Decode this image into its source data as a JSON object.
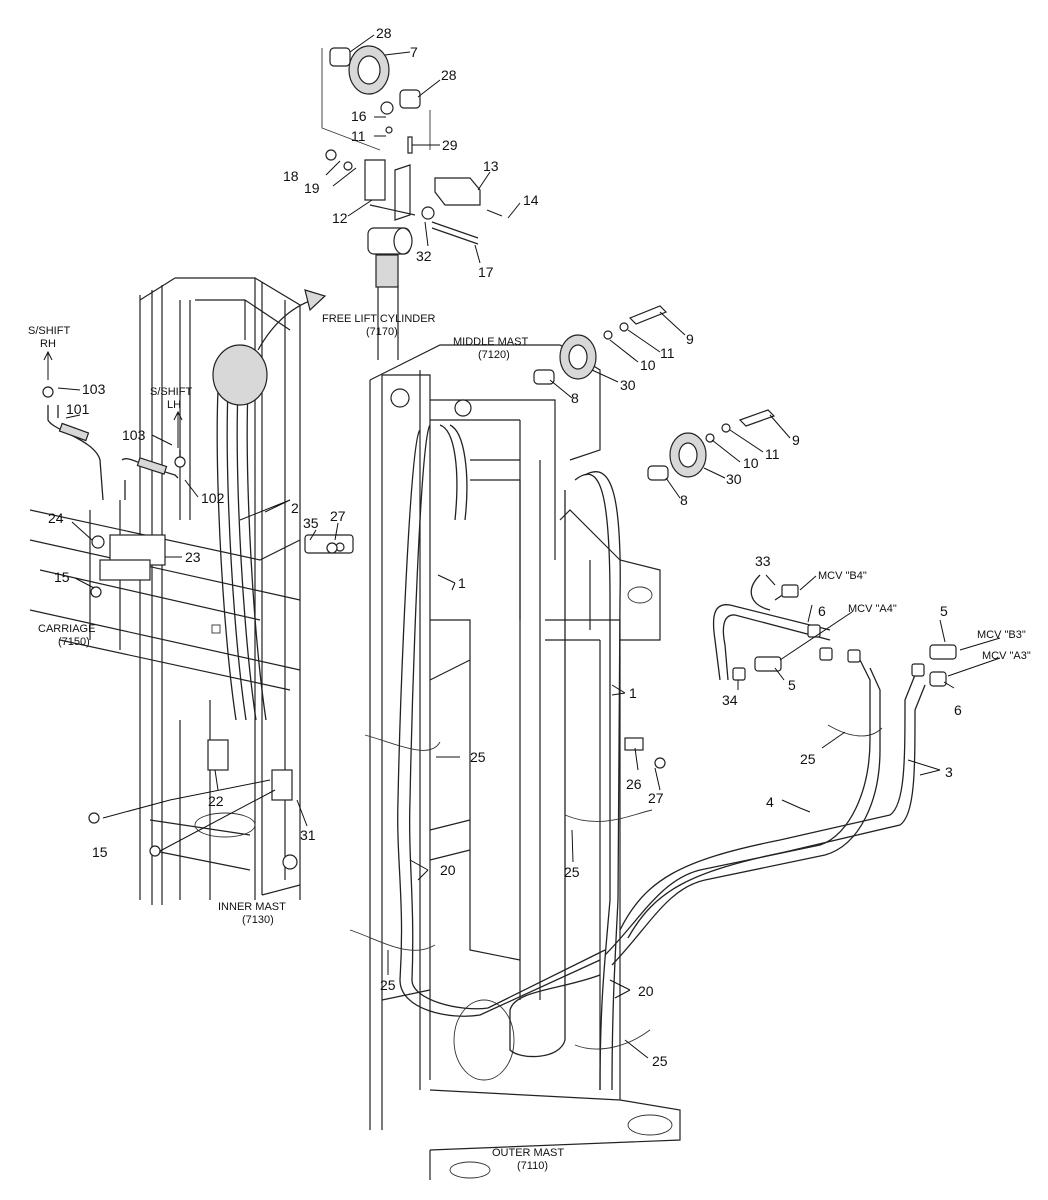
{
  "callouts": {
    "c28a": "28",
    "c7": "7",
    "c28b": "28",
    "c16": "16",
    "c11a": "11",
    "c29": "29",
    "c13": "13",
    "c18": "18",
    "c19": "19",
    "c14": "14",
    "c12": "12",
    "c32": "32",
    "c17": "17",
    "c9a": "9",
    "c11b": "11",
    "c10a": "10",
    "c30a": "30",
    "c8a": "8",
    "c9b": "9",
    "c11c": "11",
    "c10b": "10",
    "c30b": "30",
    "c8b": "8",
    "c103a": "103",
    "c101": "101",
    "c103b": "103",
    "c102": "102",
    "c2": "2",
    "c27a": "27",
    "c35": "35",
    "c24": "24",
    "c23": "23",
    "c15a": "15",
    "c1a": "1",
    "c1b": "1",
    "c33": "33",
    "c6a": "6",
    "c5a": "5",
    "c5b": "5",
    "c34": "34",
    "c6b": "6",
    "c25a": "25",
    "c25b": "25",
    "c3": "3",
    "c4": "4",
    "c26": "26",
    "c27b": "27",
    "c22": "22",
    "c15b": "15",
    "c31": "31",
    "c20a": "20",
    "c25c": "25",
    "c25d": "25",
    "c20b": "20",
    "c25e": "25"
  },
  "labels": {
    "sshift_rh_1": "S/SHIFT",
    "sshift_rh_2": "RH",
    "sshift_lh_1": "S/SHIFT",
    "sshift_lh_2": "LH",
    "free_lift_1": "FREE LIFT CYLINDER",
    "free_lift_2": "(7170)",
    "middle_mast_1": "MIDDLE MAST",
    "middle_mast_2": "(7120)",
    "carriage_1": "CARRIAGE",
    "carriage_2": "(7150)",
    "inner_mast_1": "INNER MAST",
    "inner_mast_2": "(7130)",
    "outer_mast_1": "OUTER MAST",
    "outer_mast_2": "(7110)",
    "mcv_b4": "MCV \"B4\"",
    "mcv_a4": "MCV \"A4\"",
    "mcv_b3": "MCV \"B3\"",
    "mcv_a3": "MCV \"A3\""
  }
}
